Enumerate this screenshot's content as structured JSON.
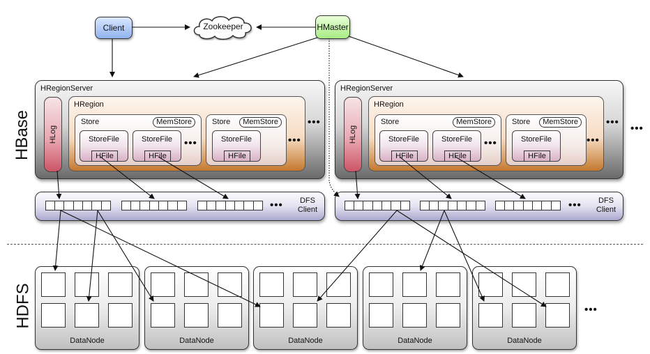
{
  "layers": {
    "hbase": "HBase",
    "hdfs": "HDFS"
  },
  "top": {
    "client": "Client",
    "zookeeper": "Zookeeper",
    "hmaster": "HMaster"
  },
  "region_servers": [
    {
      "title": "HRegionServer",
      "hlog": "HLog",
      "region": {
        "title": "HRegion",
        "stores": [
          {
            "title": "Store",
            "memstore": "MemStore",
            "storefiles": [
              {
                "label": "StoreFile",
                "hfile": "HFile"
              },
              {
                "label": "StoreFile",
                "hfile": "HFile"
              }
            ],
            "more": "•••"
          },
          {
            "title": "Store",
            "memstore": "MemStore",
            "storefiles": [
              {
                "label": "StoreFile",
                "hfile": "HFile"
              }
            ]
          }
        ],
        "more": "•••"
      },
      "more": "•••",
      "dfs_client": {
        "label_line1": "DFS",
        "label_line2": "Client",
        "more": "•••"
      }
    },
    {
      "title": "HRegionServer",
      "hlog": "HLog",
      "region": {
        "title": "HRegion",
        "stores": [
          {
            "title": "Store",
            "memstore": "MemStore",
            "storefiles": [
              {
                "label": "StoreFile",
                "hfile": "HFile"
              },
              {
                "label": "StoreFile",
                "hfile": "HFile"
              }
            ],
            "more": "•••"
          },
          {
            "title": "Store",
            "memstore": "MemStore",
            "storefiles": [
              {
                "label": "StoreFile",
                "hfile": "HFile"
              }
            ]
          }
        ],
        "more": "•••"
      },
      "more": "•••",
      "dfs_client": {
        "label_line1": "DFS",
        "label_line2": "Client",
        "more": "•••"
      }
    }
  ],
  "servers_more": "•••",
  "datanodes": [
    {
      "label": "DataNode"
    },
    {
      "label": "DataNode"
    },
    {
      "label": "DataNode"
    },
    {
      "label": "DataNode"
    },
    {
      "label": "DataNode"
    }
  ],
  "datanodes_more": "•••"
}
